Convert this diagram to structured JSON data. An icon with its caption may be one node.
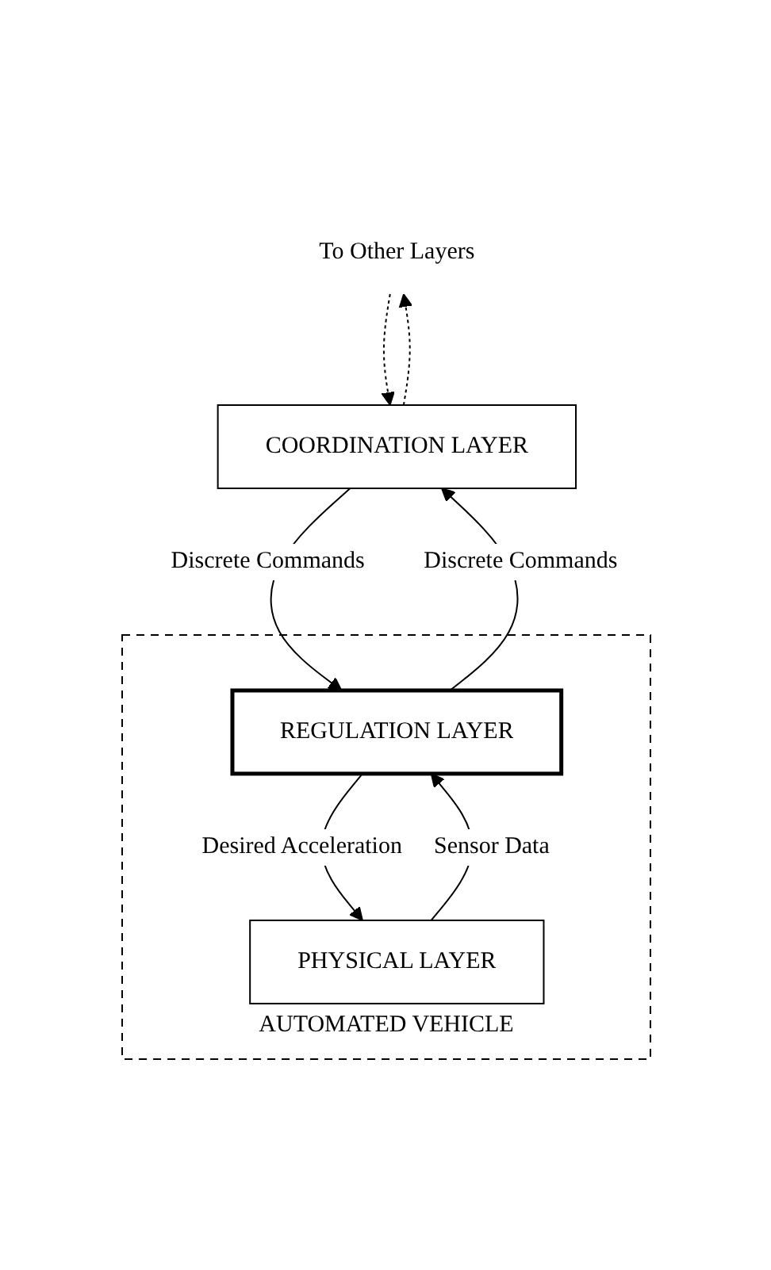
{
  "diagram": {
    "nodes": [
      {
        "text": [
          "To Other Layers"
        ]
      },
      {
        "text": [
          "COORDINATION LAYER"
        ]
      },
      {
        "text": [
          "AUTOMATED VEHICLE"
        ]
      },
      {
        "text": [
          "REGULATION LAYER"
        ],
        "in": 2
      },
      {
        "text": [
          "PHYSICAL LAYER"
        ],
        "in": 2
      }
    ],
    "edges": [
      {
        "from": 0,
        "to": 1,
        "arrow": "to",
        "style": "dashed"
      },
      {
        "from": 1,
        "to": 0,
        "arrow": "to",
        "style": "dashed"
      },
      {
        "from": 1,
        "to": 3,
        "arrow": "to",
        "label": "Discrete Commands"
      },
      {
        "from": 3,
        "to": 1,
        "arrow": "to",
        "label": "Discrete Commands"
      },
      {
        "from": 3,
        "to": 4,
        "arrow": "to",
        "label": "Desired Acceleration"
      },
      {
        "from": 4,
        "to": 3,
        "arrow": "to",
        "label": "Sensor Data"
      }
    ]
  }
}
